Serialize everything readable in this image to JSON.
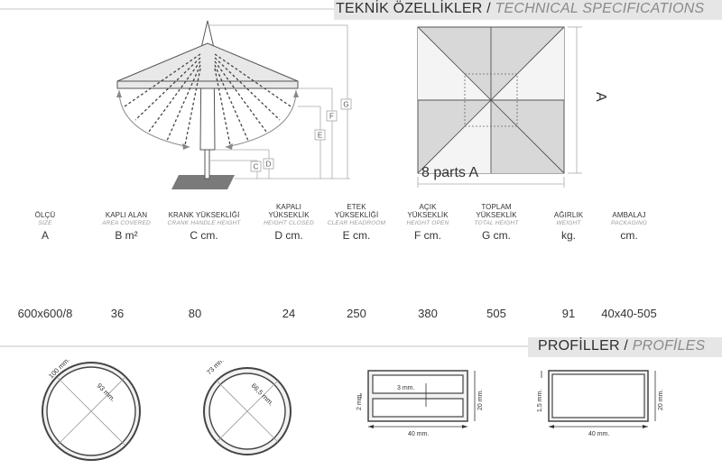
{
  "header": {
    "title_main": "TEKNİK ÖZELLİKLER",
    "separator": "/",
    "title_alt": "TECHNICAL SPECIFICATIONS"
  },
  "diagram": {
    "labels": [
      "C",
      "D",
      "E",
      "F",
      "G"
    ],
    "top_view_dim": "A",
    "top_view_caption": "8 parts A"
  },
  "spec_table": {
    "columns": [
      {
        "tr": "ÖLÇÜ",
        "en": "SIZE",
        "unit": "A"
      },
      {
        "tr": "KAPLI ALAN",
        "en": "AREA COVERED",
        "unit": "B m²"
      },
      {
        "tr": "KRANK YÜKSEKLİĞİ",
        "en": "CRANK HANDLE HEIGHT",
        "unit": "C cm."
      },
      {
        "tr": "KAPALI\nYÜKSEKLİK",
        "en": "HEIGHT CLOSED",
        "unit": "D cm."
      },
      {
        "tr": "ETEK\nYÜKSEKLİĞİ",
        "en": "CLEAR HEADROOM",
        "unit": "E cm."
      },
      {
        "tr": "AÇIK\nYÜKSEKLİK",
        "en": "HEIGHT OPEN",
        "unit": "F cm."
      },
      {
        "tr": "TOPLAM\nYÜKSEKLİK",
        "en": "TOTAL HEIGHT",
        "unit": "G cm."
      },
      {
        "tr": "AĞIRLIK",
        "en": "WEIGHT",
        "unit": "kg."
      },
      {
        "tr": "AMBALAJ",
        "en": "PACKAGING",
        "unit": "cm."
      }
    ],
    "row": [
      "600x600/8",
      "36",
      "80",
      "24",
      "250",
      "380",
      "505",
      "91",
      "40x40-505"
    ]
  },
  "profiles_header": {
    "title_main": "PROFİLLER",
    "separator": "/",
    "title_alt": "PROFİLES"
  },
  "profiles": {
    "round_large": {
      "outer": "100 mm.",
      "inner": "93 mm."
    },
    "round_small": {
      "outer": "73 mm.",
      "inner": "66,5 mm."
    },
    "rect_double": {
      "wall": "2 mm.",
      "mid": "3 mm.",
      "height": "20 mm.",
      "width": "40 mm."
    },
    "rect_single": {
      "wall": "1,5 mm.",
      "height": "20 mm.",
      "width": "40 mm."
    }
  },
  "colors": {
    "band": "#e6e6e6",
    "panel": "#d8d8d8",
    "line": "#555555",
    "dim": "#9a9a9a",
    "base": "#7a7a7a"
  }
}
